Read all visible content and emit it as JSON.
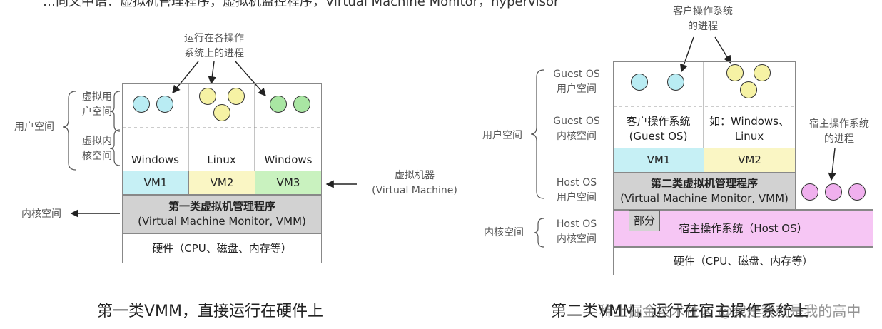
{
  "top_text": "…向文中语：虚拟机管理程序，虚拟机监控程序，Virtual Machine Monitor，hypervisor",
  "left": {
    "process_note": [
      "运行在各操作",
      "系统上的进程"
    ],
    "virtual_user_space": [
      "虚拟用",
      "户空间"
    ],
    "virtual_kernel_space": [
      "虚拟内",
      "核空间"
    ],
    "user_space": "用户空间",
    "kernel_space": "内核空间",
    "os_labels": [
      "Windows",
      "Linux",
      "Windows"
    ],
    "vm_labels": [
      "VM1",
      "VM2",
      "VM3"
    ],
    "vmm": [
      "第一类虚拟机管理程序",
      "(Virtual Machine Monitor, VMM)"
    ],
    "hardware": "硬件（CPU、磁盘、内存等）",
    "vm_note": [
      "虚拟机器",
      "(Virtual Machine)"
    ],
    "caption": "第一类VMM，直接运行在硬件上"
  },
  "right": {
    "guest_process_note": [
      "客户操作系统",
      "的进程"
    ],
    "guest_user": [
      "Guest OS",
      "用户空间"
    ],
    "guest_kernel": [
      "Guest OS",
      "内核空间"
    ],
    "host_user": [
      "Host OS",
      "用户空间"
    ],
    "host_kernel": [
      "Host OS",
      "内核空间"
    ],
    "user_space": "用户空间",
    "kernel_space": "内核空间",
    "guest_os_box": [
      "客户操作系统",
      "(Guest OS)"
    ],
    "example_box": [
      "如：Windows、",
      "Linux"
    ],
    "vm_labels": [
      "VM1",
      "VM2"
    ],
    "vmm": [
      "第二类虚拟机管理程序",
      "(Virtual Machine Monitor, VMM)"
    ],
    "partial": "部分",
    "host_os": "宿主操作系统（Host OS）",
    "host_process_note": [
      "宿主操作系统",
      "的进程"
    ],
    "hardware": "硬件（CPU、磁盘、内存等）",
    "caption": "第二类VMM，运行在宿主操作系统上",
    "watermark": "稀土掘金技术社区 @我是我就是我的高中"
  },
  "colors": {
    "vm_cyan": "#c6f0f5",
    "vm_yellow": "#faf6c4",
    "vm_green": "#c9f2bf",
    "vmm_gray": "#d2d2d2",
    "host_pink": "#f6c6f4",
    "dot_cyan": "#b9ecf3",
    "dot_yellow": "#f6f2a4",
    "dot_green": "#a9e6a3",
    "dot_pink": "#f0b0ee"
  }
}
